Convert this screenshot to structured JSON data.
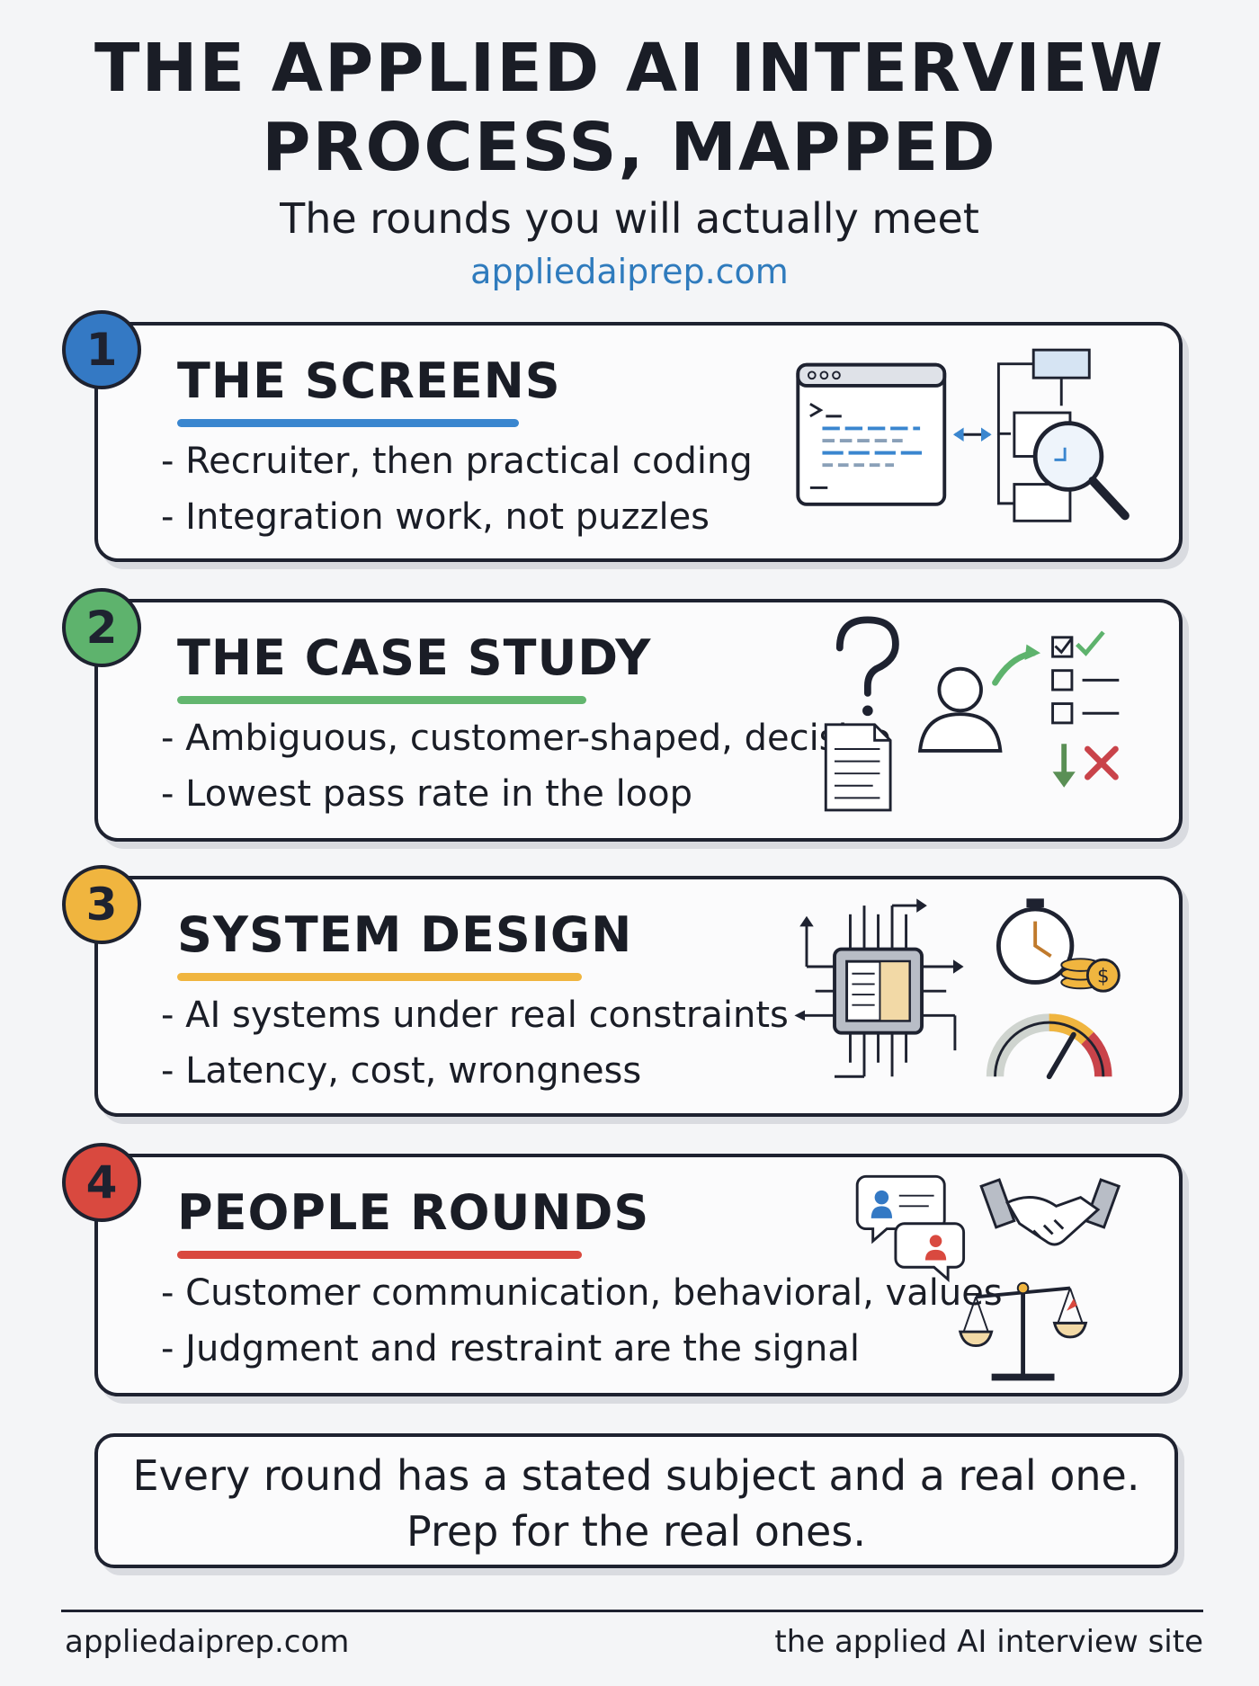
{
  "header": {
    "title_line1": "THE APPLIED AI INTERVIEW",
    "title_line2": "PROCESS, MAPPED",
    "subtitle": "The rounds you will actually meet",
    "url": "appliedaiprep.com"
  },
  "rounds": [
    {
      "number": "1",
      "title": "THE SCREENS",
      "bullets": [
        "- Recruiter, then practical coding",
        "- Integration work, not puzzles"
      ],
      "accent": "#3479c4",
      "icons": [
        "code-editor-icon",
        "flowchart-magnifier-icon"
      ]
    },
    {
      "number": "2",
      "title": "THE CASE STUDY",
      "bullets": [
        "- Ambiguous, customer-shaped, decisive",
        "- Lowest pass rate in the loop"
      ],
      "accent": "#5eb36d",
      "icons": [
        "question-mark-icon",
        "document-icon",
        "person-icon",
        "checklist-icon"
      ]
    },
    {
      "number": "3",
      "title": "SYSTEM DESIGN",
      "bullets": [
        "- AI systems under real constraints",
        "- Latency, cost, wrongness"
      ],
      "accent": "#f0b53f",
      "icons": [
        "chip-icon",
        "stopwatch-coins-icon",
        "gauge-icon"
      ]
    },
    {
      "number": "4",
      "title": "PEOPLE ROUNDS",
      "bullets": [
        "- Customer communication, behavioral, values",
        "- Judgment and restraint are the signal"
      ],
      "accent": "#d9493f",
      "icons": [
        "chat-bubbles-icon",
        "handshake-icon",
        "scales-icon"
      ]
    }
  ],
  "closing": {
    "line1": "Every round has a stated subject and a real one.",
    "line2": "Prep for the real ones."
  },
  "footer": {
    "left": "appliedaiprep.com",
    "right": "the applied AI interview site"
  }
}
